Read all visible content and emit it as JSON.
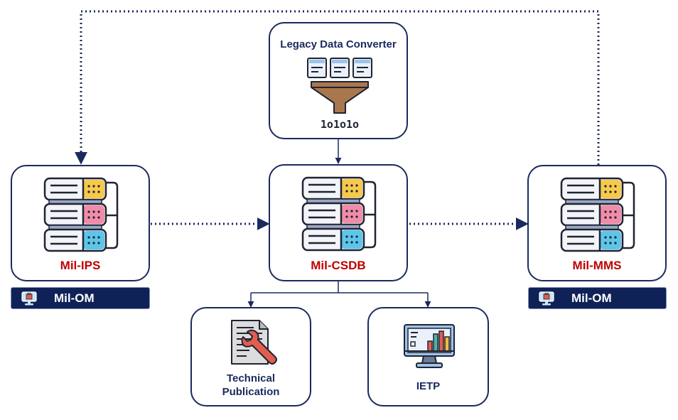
{
  "converter": {
    "title": "Legacy Data Converter",
    "binary_text": "1o1o1o"
  },
  "nodes": {
    "ips": {
      "label": "Mil-IPS"
    },
    "csdb": {
      "label": "Mil-CSDB"
    },
    "mms": {
      "label": "Mil-MMS"
    }
  },
  "om_bars": [
    {
      "label": "Mil-OM"
    },
    {
      "label": "Mil-OM"
    }
  ],
  "outputs": {
    "publication": {
      "line1": "Technical",
      "line2": "Publication"
    },
    "ietp": {
      "label": "IETP"
    }
  },
  "icons": {
    "converter": "data-filter-funnel-icon",
    "server": "server-stack-icon",
    "om": "monitor-toolbox-icon",
    "publication": "document-wrench-icon",
    "ietp": "monitor-chart-icon"
  },
  "colors": {
    "navy": "#1a2a5e",
    "label_red": "#c00000",
    "bar_fill": "#0f2257",
    "connector": "#1a2a5e"
  }
}
